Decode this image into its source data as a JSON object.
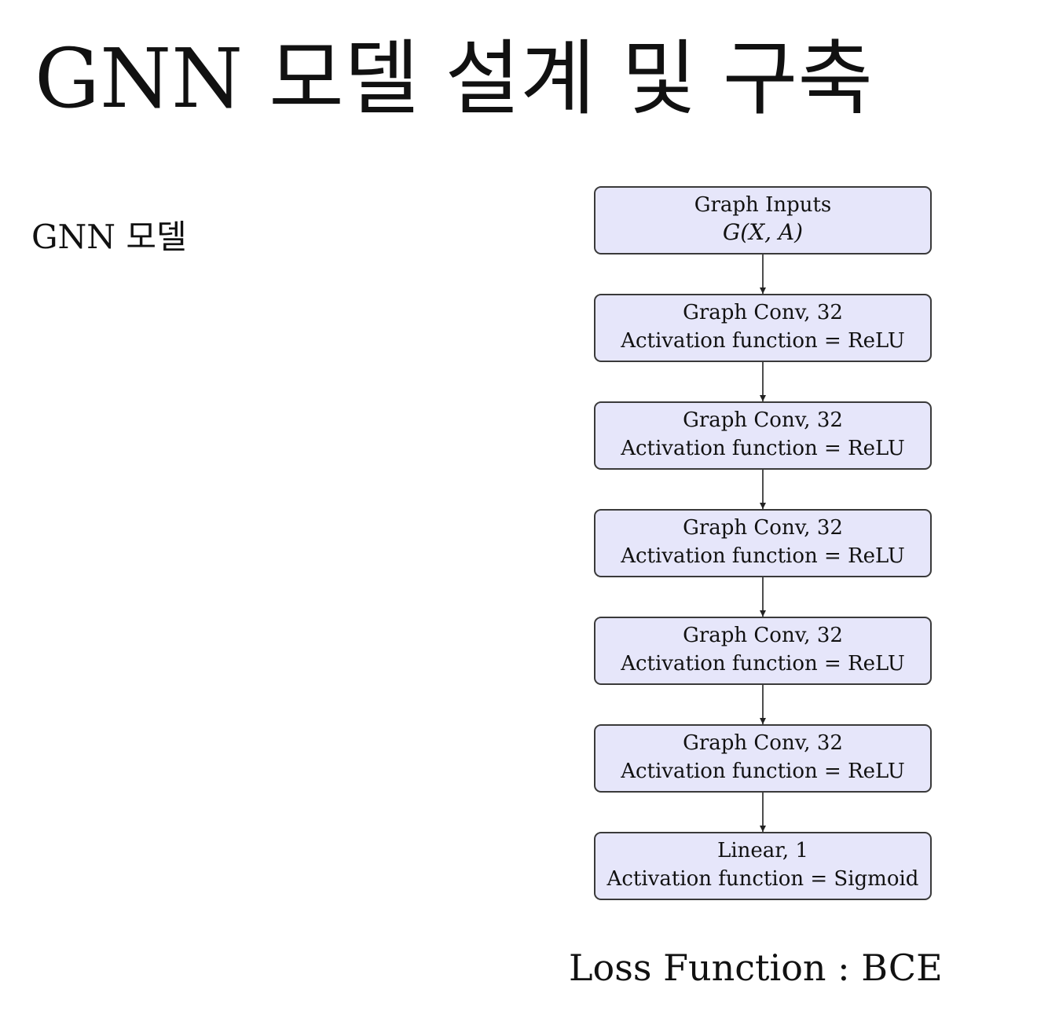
{
  "title": "GNN 모델 설계 및 구축",
  "section_label": "GNN 모델",
  "diagram": {
    "nodes": [
      {
        "id": "graph-inputs",
        "line1": "Graph Inputs",
        "line2": "G(X, A)",
        "line2_is_math": true
      },
      {
        "id": "graph-conv-1",
        "line1": "Graph Conv, 32",
        "line2": "Activation function = ReLU",
        "line2_is_math": false
      },
      {
        "id": "graph-conv-2",
        "line1": "Graph Conv, 32",
        "line2": "Activation function = ReLU",
        "line2_is_math": false
      },
      {
        "id": "graph-conv-3",
        "line1": "Graph Conv, 32",
        "line2": "Activation function = ReLU",
        "line2_is_math": false
      },
      {
        "id": "graph-conv-4",
        "line1": "Graph Conv, 32",
        "line2": "Activation function = ReLU",
        "line2_is_math": false
      },
      {
        "id": "graph-conv-5",
        "line1": "Graph Conv, 32",
        "line2": "Activation function = ReLU",
        "line2_is_math": false
      },
      {
        "id": "linear-output",
        "line1": "Linear, 1",
        "line2": "Activation function = Sigmoid",
        "line2_is_math": false
      }
    ],
    "edges": [
      {
        "from": "graph-inputs",
        "to": "graph-conv-1"
      },
      {
        "from": "graph-conv-1",
        "to": "graph-conv-2"
      },
      {
        "from": "graph-conv-2",
        "to": "graph-conv-3"
      },
      {
        "from": "graph-conv-3",
        "to": "graph-conv-4"
      },
      {
        "from": "graph-conv-4",
        "to": "graph-conv-5"
      },
      {
        "from": "graph-conv-5",
        "to": "linear-output"
      }
    ],
    "node_fill": "#e6e6fa",
    "node_stroke": "#3a3a3a"
  },
  "loss_label": "Loss Function : BCE"
}
